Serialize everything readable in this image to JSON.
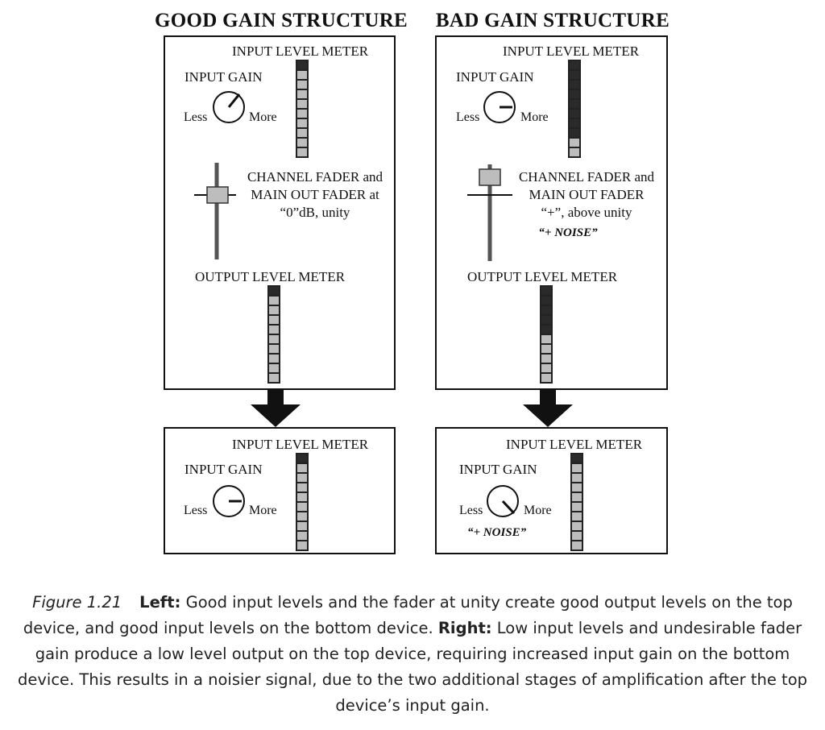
{
  "left": {
    "title": "GOOD GAIN STRUCTURE",
    "top": {
      "input_meter_label": "INPUT LEVEL METER",
      "input_gain_label": "INPUT GAIN",
      "less": "Less",
      "more": "More",
      "fader_text": [
        "CHANNEL FADER and",
        "MAIN OUT FADER at",
        "“0”dB, unity"
      ],
      "output_meter_label": "OUTPUT LEVEL METER"
    },
    "bottom": {
      "input_meter_label": "INPUT LEVEL METER",
      "input_gain_label": "INPUT GAIN",
      "less": "Less",
      "more": "More"
    }
  },
  "right": {
    "title": "BAD GAIN STRUCTURE",
    "top": {
      "input_meter_label": "INPUT LEVEL METER",
      "input_gain_label": "INPUT GAIN",
      "less": "Less",
      "more": "More",
      "fader_text": [
        "CHANNEL FADER and",
        "MAIN OUT FADER",
        "“+”, above unity"
      ],
      "noise": "“+ NOISE”",
      "output_meter_label": "OUTPUT LEVEL METER"
    },
    "bottom": {
      "input_meter_label": "INPUT LEVEL METER",
      "input_gain_label": "INPUT GAIN",
      "less": "Less",
      "more": "More",
      "noise": "“+ NOISE”"
    }
  },
  "meters": {
    "left_top_input": {
      "segments": 10,
      "lit_fraction": 0.1
    },
    "left_top_output": {
      "segments": 10,
      "lit_fraction": 0.1
    },
    "left_bottom_input": {
      "segments": 10,
      "lit_fraction": 0.1
    },
    "right_top_input": {
      "segments": 10,
      "lit_fraction": 0.8
    },
    "right_top_output": {
      "segments": 10,
      "lit_fraction": 0.5
    },
    "right_bottom_input": {
      "segments": 10,
      "lit_fraction": 0.1
    }
  },
  "caption": {
    "figure": "Figure 1.21",
    "left_label": "Left:",
    "left_text": " Good input levels and the fader at unity create good output levels on the top device, and good input levels on the bottom device. ",
    "right_label": "Right:",
    "right_text": " Low input levels and undesirable fader gain produce a low level output on the top device, requiring increased input gain on the bottom device. This results in a noisier signal, due to the two additional stages of amplification after the top device’s input gain."
  },
  "colors": {
    "segment_lit": "#bdbdbd",
    "segment_dark": "#2a2a2a",
    "fader_cap": "#bdbdbd",
    "fader_track": "#555555"
  }
}
